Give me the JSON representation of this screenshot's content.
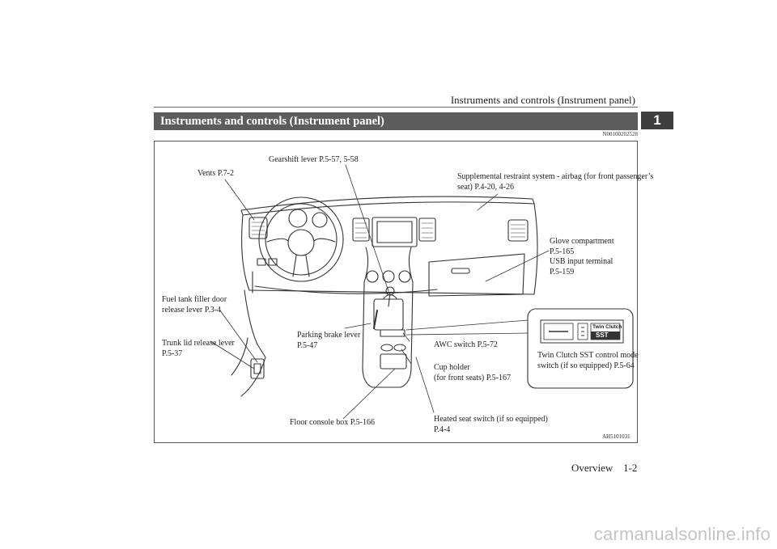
{
  "header": {
    "running_title": "Instruments and controls (Instrument panel)",
    "chapter_number": "1"
  },
  "section": {
    "title": "Instruments and controls (Instrument panel)",
    "code": "N00100202528"
  },
  "figure": {
    "code": "AH5101031",
    "callouts": {
      "gearshift": "Gearshift lever P.5-57, 5-58",
      "vents": "Vents P.7-2",
      "srs_line1": "Supplemental restraint system - airbag (for front passenger’s",
      "srs_line2": "seat) P.4-20, 4-26",
      "glove_line1": "Glove compartment",
      "glove_line2": "P.5-165",
      "glove_line3": "USB input terminal",
      "glove_line4": "P.5-159",
      "fuel_line1": "Fuel tank filler door",
      "fuel_line2": "release lever P.3-4",
      "trunk_line1": "Trunk lid release lever",
      "trunk_line2": "P.5-37",
      "parking_line1": "Parking brake lever",
      "parking_line2": "P.5-47",
      "awc": "AWC switch P.5-72",
      "cup_line1": "Cup holder",
      "cup_line2": "(for front seats) P.5-167",
      "twin_line1": "Twin Clutch SST control mode",
      "twin_line2": "switch (if so equipped) P.5-64",
      "floor": "Floor console box P.5-166",
      "heated_line1": "Heated seat switch (if so equipped)",
      "heated_line2": "P.4-4"
    },
    "switch_inset": {
      "brand_line1": "Twin Clutch",
      "brand_line2": "SST"
    }
  },
  "footer": {
    "section_name": "Overview",
    "page_number": "1-2"
  },
  "watermark": "carmanualsonline.info"
}
